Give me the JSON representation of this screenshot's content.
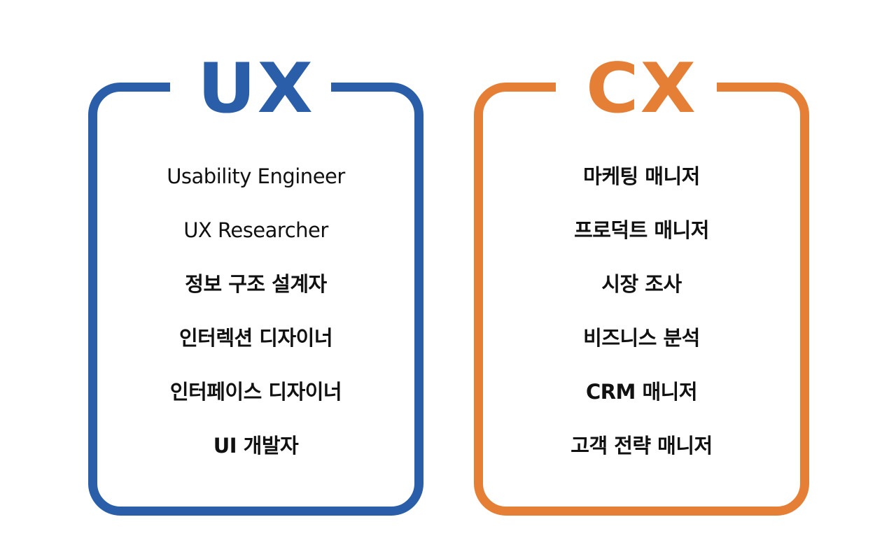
{
  "colors": {
    "ux": "#2a5ea8",
    "cx": "#e57f35",
    "text": "#111111",
    "background": "#ffffff"
  },
  "ux": {
    "title": "UX",
    "items": [
      "Usability Engineer",
      "UX Researcher",
      "정보 구조 설계자",
      "인터렉션 디자이너",
      "인터페이스 디자이너",
      "UI 개발자"
    ]
  },
  "cx": {
    "title": "CX",
    "items": [
      "마케팅 매니저",
      "프로덕트 매니저",
      "시장 조사",
      "비즈니스 분석",
      "CRM 매니저",
      "고객 전략 매니저"
    ]
  }
}
